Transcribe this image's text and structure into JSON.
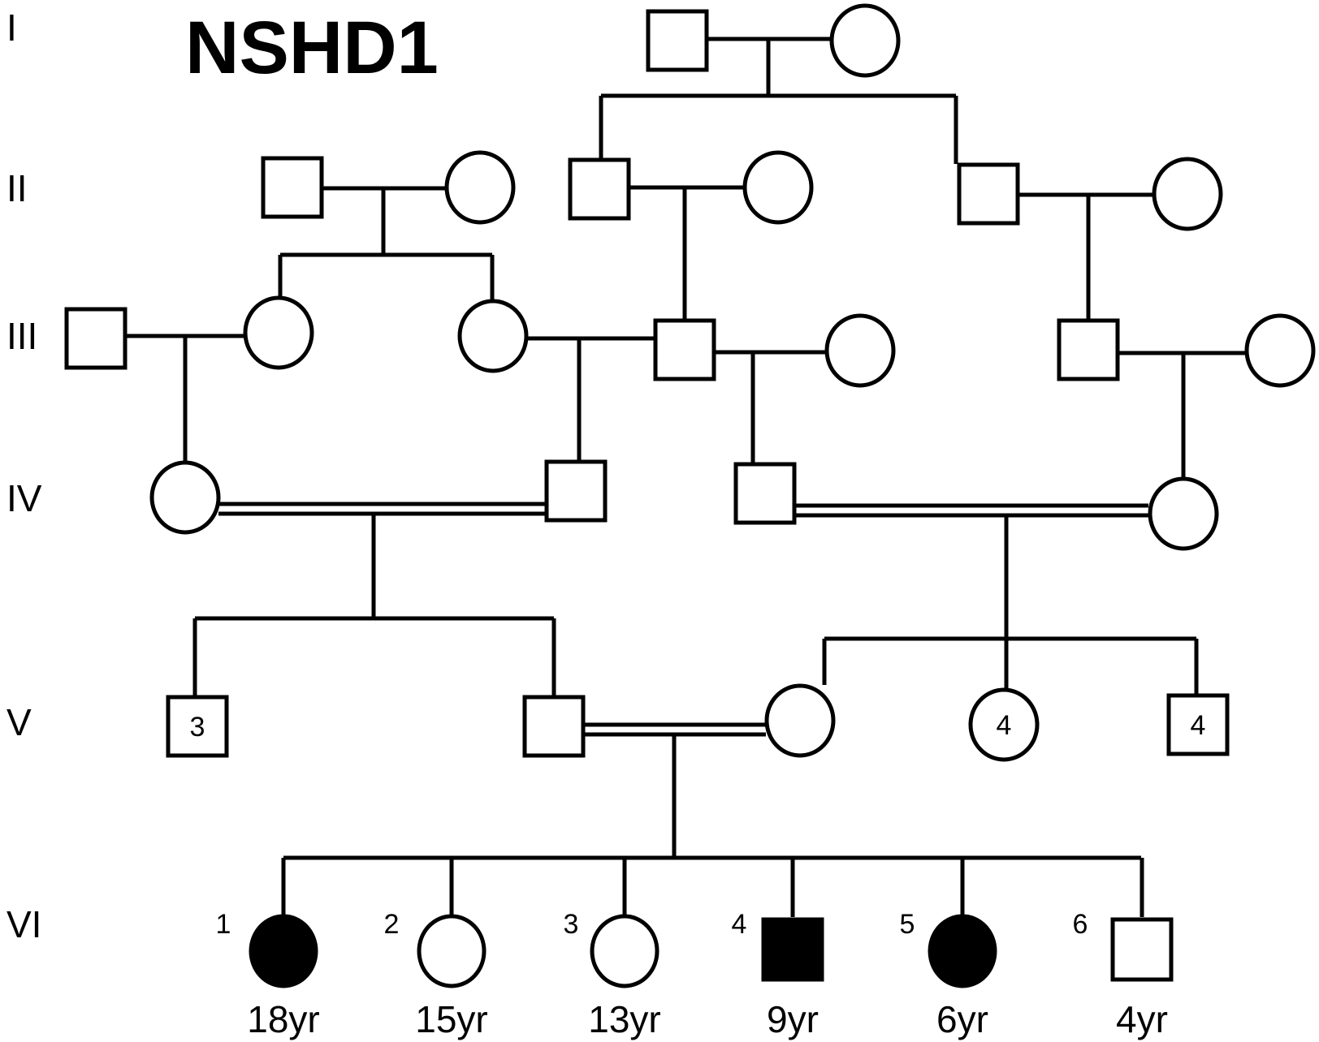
{
  "title": "NSHD1",
  "colors": {
    "line": "#000000",
    "affected": "#000000",
    "unaffected": "#ffffff"
  },
  "generations": [
    "I",
    "II",
    "III",
    "IV",
    "V",
    "VI"
  ],
  "individuals": {
    "I_father": {
      "sex": "male",
      "affected": false,
      "label": ""
    },
    "I_mother": {
      "sex": "female",
      "affected": false,
      "label": ""
    },
    "II_1": {
      "sex": "male",
      "affected": false,
      "label": ""
    },
    "II_2": {
      "sex": "female",
      "affected": false,
      "label": ""
    },
    "II_3": {
      "sex": "male",
      "affected": false,
      "label": ""
    },
    "II_4": {
      "sex": "female",
      "affected": false,
      "label": ""
    },
    "II_5": {
      "sex": "male",
      "affected": false,
      "label": ""
    },
    "II_6": {
      "sex": "female",
      "affected": false,
      "label": ""
    },
    "III_1": {
      "sex": "male",
      "affected": false,
      "label": ""
    },
    "III_2": {
      "sex": "female",
      "affected": false,
      "label": ""
    },
    "III_3": {
      "sex": "female",
      "affected": false,
      "label": ""
    },
    "III_4": {
      "sex": "male",
      "affected": false,
      "label": ""
    },
    "III_5": {
      "sex": "female",
      "affected": false,
      "label": ""
    },
    "III_6": {
      "sex": "male",
      "affected": false,
      "label": ""
    },
    "III_7": {
      "sex": "female",
      "affected": false,
      "label": ""
    },
    "IV_1": {
      "sex": "female",
      "affected": false,
      "label": ""
    },
    "IV_2": {
      "sex": "male",
      "affected": false,
      "label": ""
    },
    "IV_3": {
      "sex": "male",
      "affected": false,
      "label": ""
    },
    "IV_4": {
      "sex": "female",
      "affected": false,
      "label": ""
    },
    "V_1": {
      "sex": "male",
      "affected": false,
      "label": "3"
    },
    "V_2": {
      "sex": "male",
      "affected": false,
      "label": ""
    },
    "V_3": {
      "sex": "female",
      "affected": false,
      "label": ""
    },
    "V_4": {
      "sex": "female",
      "affected": false,
      "label": "4"
    },
    "V_5": {
      "sex": "male",
      "affected": false,
      "label": "4"
    }
  },
  "children_VI": [
    {
      "number": "1",
      "sex": "female",
      "affected": true,
      "age": "18yr"
    },
    {
      "number": "2",
      "sex": "female",
      "affected": false,
      "age": "15yr"
    },
    {
      "number": "3",
      "sex": "female",
      "affected": false,
      "age": "13yr"
    },
    {
      "number": "4",
      "sex": "male",
      "affected": true,
      "age": "9yr"
    },
    {
      "number": "5",
      "sex": "female",
      "affected": true,
      "age": "6yr"
    },
    {
      "number": "6",
      "sex": "male",
      "affected": false,
      "age": "4yr"
    }
  ],
  "consanguineous_unions": [
    "IV_1 x IV_2",
    "IV_3 x IV_4",
    "V_2 x V_3"
  ]
}
